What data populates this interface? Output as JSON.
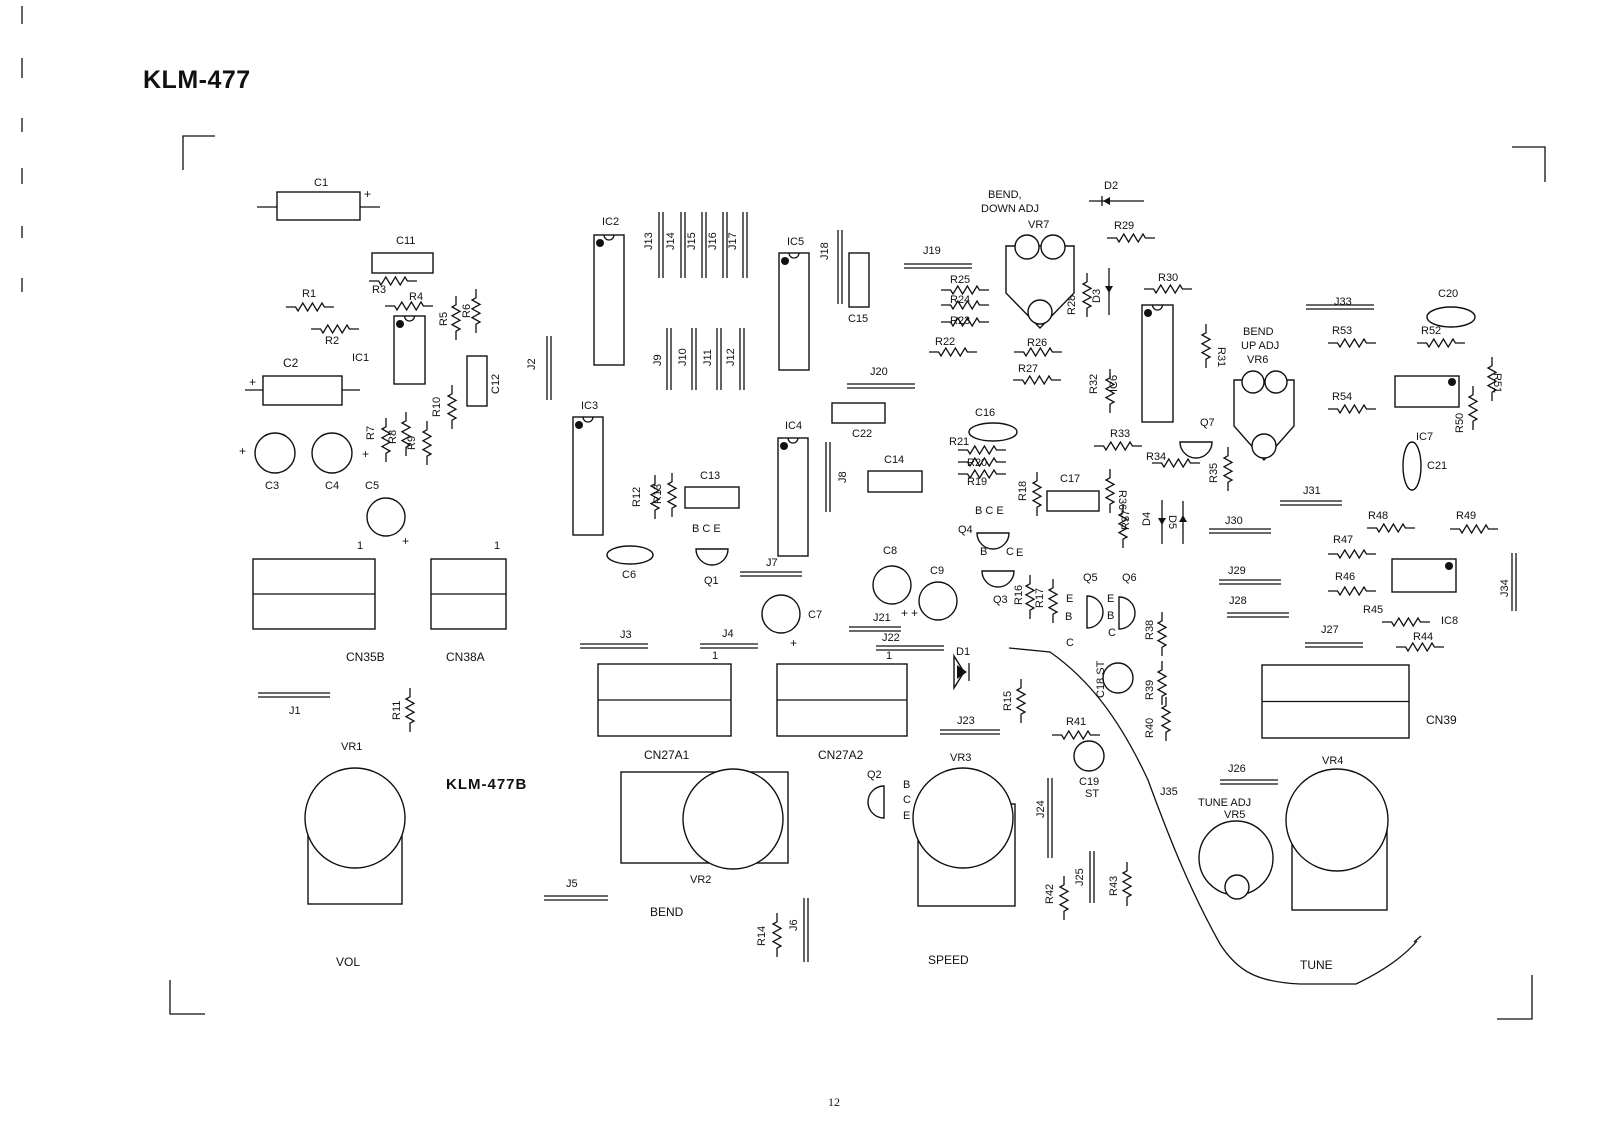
{
  "page": {
    "title": "KLM-477",
    "page_number": "12",
    "board_label": "KLM-477B"
  },
  "components": {
    "ic": [
      "IC1",
      "IC2",
      "IC3",
      "IC4",
      "IC5",
      "IC6",
      "IC7",
      "IC8"
    ],
    "caps": [
      "C1",
      "C2",
      "C3",
      "C4",
      "C5",
      "C6",
      "C7",
      "C8",
      "C9",
      "C11",
      "C12",
      "C13",
      "C14",
      "C15",
      "C16",
      "C17",
      "C18 ST",
      "C19 ST",
      "C20",
      "C21",
      "C22"
    ],
    "resistors": [
      "R1",
      "R2",
      "R3",
      "R4",
      "R5",
      "R6",
      "R7",
      "R8",
      "R9",
      "R10",
      "R11",
      "R12",
      "R13",
      "R14",
      "R15",
      "R16",
      "R17",
      "R18",
      "R19",
      "R20",
      "R21",
      "R22",
      "R23",
      "R24",
      "R25",
      "R26",
      "R27",
      "R28",
      "R29",
      "R30",
      "R31",
      "R32",
      "R33",
      "R34",
      "R35",
      "R36",
      "R37",
      "R38",
      "R39",
      "R40",
      "R41",
      "R42",
      "R43",
      "R44",
      "R45",
      "R46",
      "R47",
      "R48",
      "R49",
      "R50",
      "R51",
      "R52",
      "R53",
      "R54"
    ],
    "jumpers": [
      "J1",
      "J2",
      "J3",
      "J4",
      "J5",
      "J6",
      "J7",
      "J8",
      "J9",
      "J10",
      "J11",
      "J12",
      "J13",
      "J14",
      "J15",
      "J16",
      "J17",
      "J18",
      "J19",
      "J20",
      "J21",
      "J22",
      "J23",
      "J24",
      "J25",
      "J26",
      "J27",
      "J28",
      "J29",
      "J30",
      "J31",
      "J33",
      "J34",
      "J35"
    ],
    "transistors": [
      "Q1",
      "Q2",
      "Q3",
      "Q4",
      "Q5",
      "Q6",
      "Q7"
    ],
    "diodes": [
      "D1",
      "D2",
      "D3",
      "D4",
      "D5"
    ],
    "connectors": [
      "CN35B",
      "CN38A",
      "CN27A1",
      "CN27A2",
      "CN39"
    ],
    "pots": [
      "VR1",
      "VR2",
      "VR3",
      "VR4",
      "VR5",
      "VR6",
      "VR7"
    ],
    "pins": {
      "b": "B",
      "c": "C",
      "e": "E",
      "bce": "B C E",
      "plus": "+",
      "one": "1"
    }
  },
  "controls": {
    "vol": "VOL",
    "bend": "BEND",
    "speed": "SPEED",
    "tune": "TUNE",
    "bend_down_1": "BEND,",
    "bend_down_2": "DOWN ADJ",
    "bend_up_1": "BEND",
    "bend_up_2": "UP ADJ",
    "tune_adj": "TUNE ADJ"
  }
}
